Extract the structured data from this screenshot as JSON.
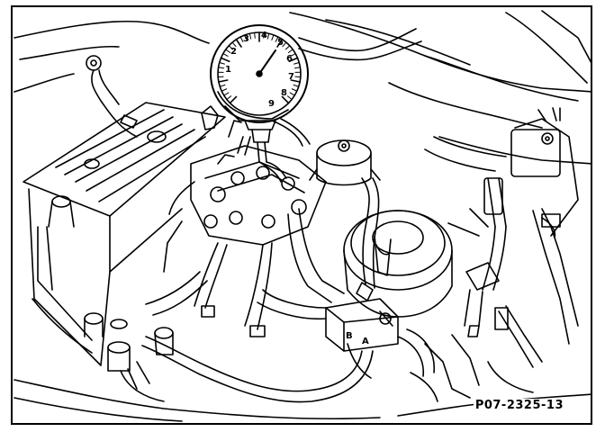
{
  "figure": {
    "reference_code": "P07-2325-13",
    "gauge_scale_labels": [
      "1",
      "2",
      "3",
      "4",
      "5",
      "6",
      "7",
      "8",
      "9"
    ],
    "valve_port_labels": {
      "a": "A",
      "b": "B"
    }
  }
}
